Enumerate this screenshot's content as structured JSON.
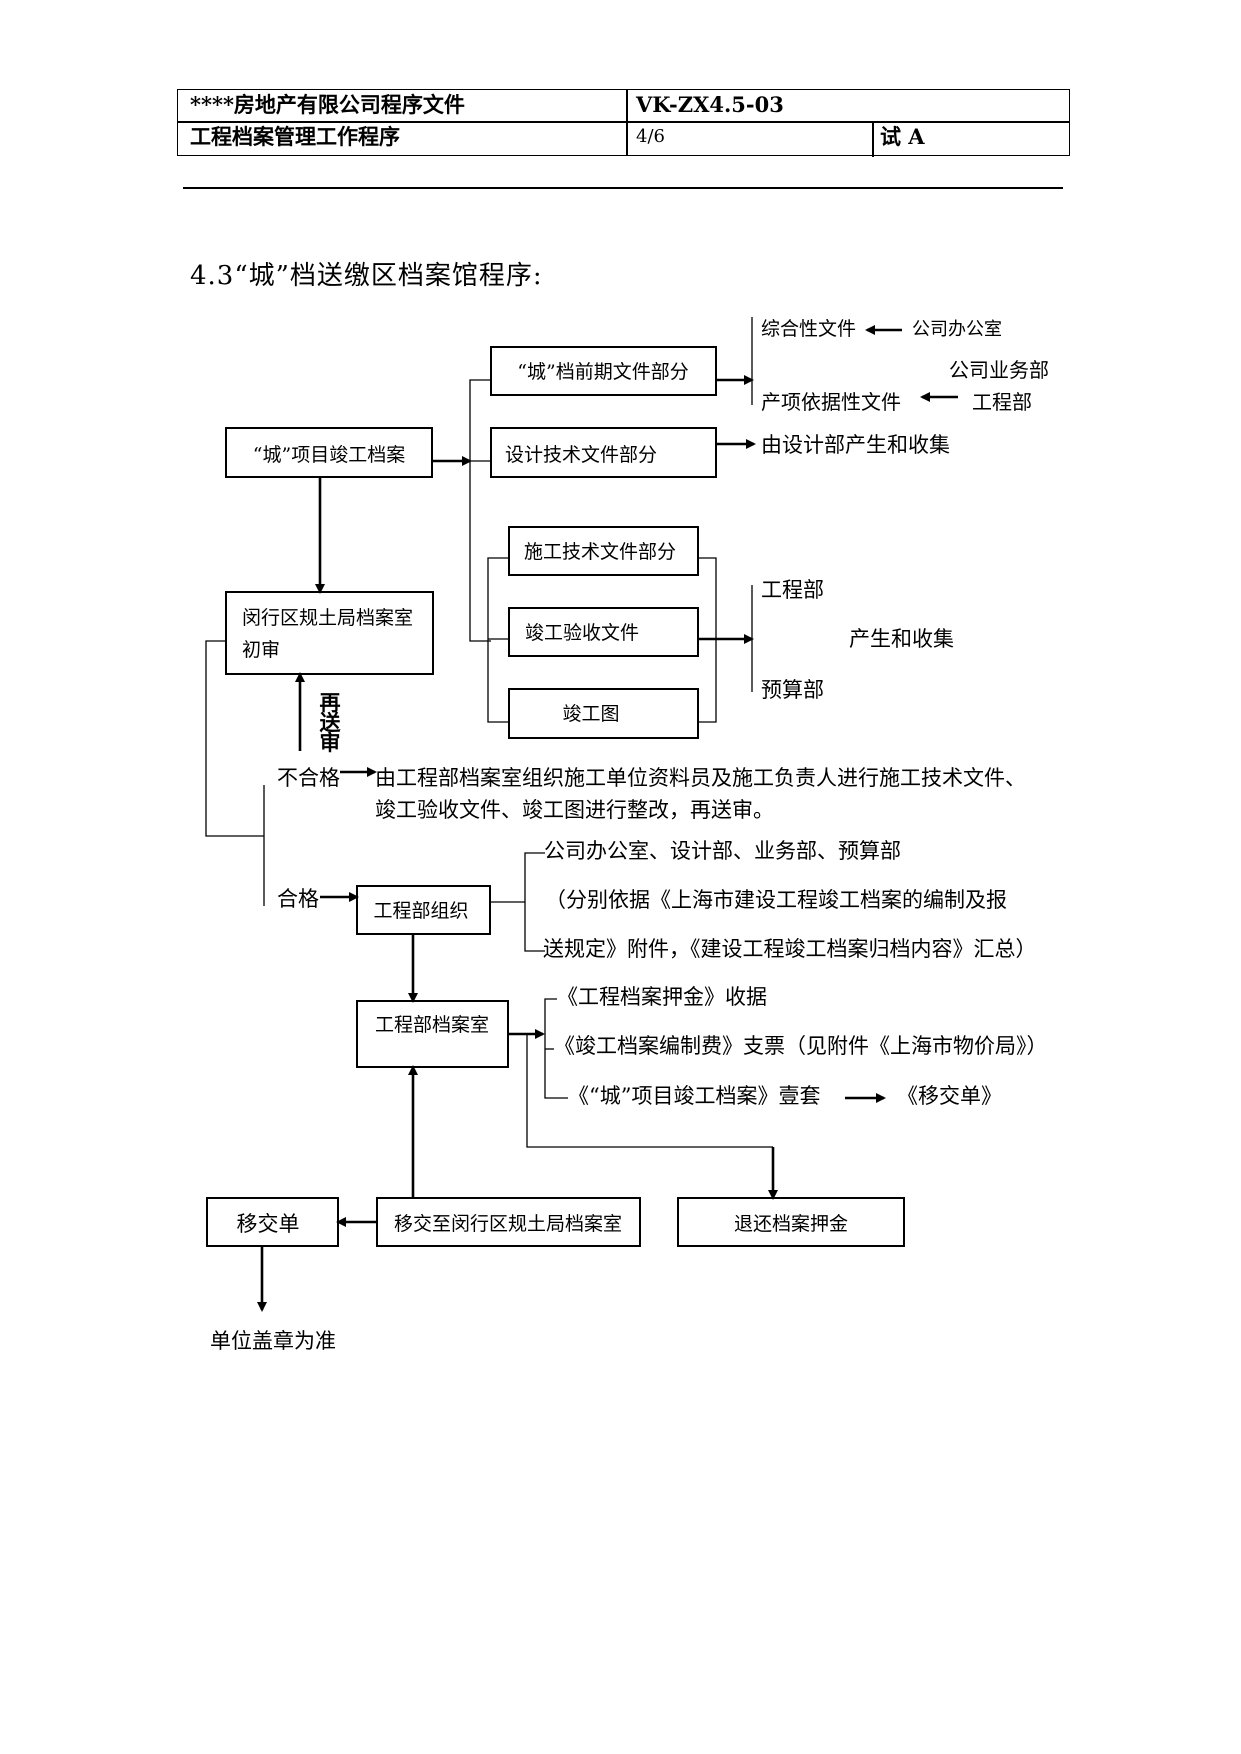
{
  "header": {
    "company_doc": "****房地产有限公司程序文件",
    "doc_code": "VK-ZX4.5-03",
    "doc_title": "工程档案管理工作程序",
    "page": "4/6",
    "version": "试 A"
  },
  "section_title": "4.3“城”档送缴区档案馆程序:",
  "flow": {
    "project_archive": "“城”项目竣工档案",
    "early_docs": "“城”档前期文件部分",
    "design_docs": "设计技术文件部分",
    "general_docs": "综合性文件",
    "company_office": "公司办公室",
    "company_business": "公司业务部",
    "basis_docs": "产项依据性文件",
    "eng_dept_a": "工程部",
    "by_design": "由设计部产生和收集",
    "construction_docs": "施工技术文件部分",
    "acceptance_docs": "竣工验收文件",
    "asbuilt_drawing": "竣工图",
    "eng_dept_b": "工程部",
    "produce_collect": "产生和收集",
    "budget_dept": "预算部",
    "district_review": "闵行区规土局档案室初审",
    "resubmit": "再送审",
    "unqualified": "不合格",
    "unqualified_text_1": "由工程部档案室组织施工单位资料员及施工负责人进行施工技术文件、",
    "unqualified_text_2": "竣工验收文件、竣工图进行整改，再送审。",
    "qualified": "合格",
    "eng_organize": "工程部组织",
    "depts": "公司办公室、设计部、业务部、预算部",
    "basis_1": "（分别依据《上海市建设工程竣工档案的编制及报",
    "basis_2": "送规定》附件，《建设工程竣工档案归档内容》汇总）",
    "eng_archive_room": "工程部档案室",
    "deposit_receipt": "《工程档案押金》收据",
    "fee_cheque": "《竣工档案编制费》支票（见附件《上海市物价局》）",
    "one_set": "《“城”项目竣工档案》壹套",
    "transfer_form_ref": "《移交单》",
    "transfer_to": "移交至闵行区规土局档案室",
    "transfer_form": "移交单",
    "refund_deposit": "退还档案押金",
    "stamp_standard": "单位盖章为准"
  }
}
